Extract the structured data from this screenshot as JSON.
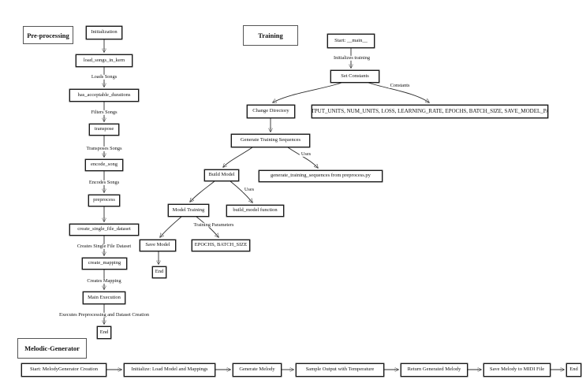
{
  "sections": {
    "preprocessing": "Pre-processing",
    "training": "Training",
    "melodic_generator": "Melodic-Generator"
  },
  "nodes": {
    "initialization": "Initialization",
    "load_songs_in_kern": "load_songs_in_kern",
    "has_acceptable_durations": "has_acceptable_durations",
    "transpose": "transpose",
    "encode_song": "encode_song",
    "preprocess": "preprocess",
    "create_single_file_dataset": "create_single_file_dataset",
    "create_mapping": "create_mapping",
    "main_execution": "Main Execution",
    "end_preprocessing": "End",
    "start_main": "Start: __main__",
    "set_constants": "Set Constants",
    "change_directory": "Change Directory",
    "constants_list": "OUTPUT_UNITS, NUM_UNITS, LOSS, LEARNING_RATE, EPOCHS, BATCH_SIZE, SAVE_MODEL_PATH",
    "generate_training_sequences": "Generate Training Sequences",
    "build_model": "Build Model",
    "gen_train_seq_from_preprocess": "generate_training_sequences from preprocess.py",
    "model_training": "Model Training",
    "build_model_function": "build_model function",
    "save_model": "Save Model",
    "epochs_batch_size": "EPOCHS, BATCH_SIZE",
    "end_training": "End",
    "start_melody_generator": "Start: MelodyGenerator Creation",
    "initialize_load_model": "Initialize: Load Model and Mappings",
    "generate_melody": "Generate Melody",
    "sample_output": "Sample Output with Temperature",
    "return_generated_melody": "Return Generated Melody",
    "save_melody_midi": "Save Melody to MIDI File",
    "end_melodic": "End"
  },
  "edge_labels": {
    "loads_songs": "Loads Songs",
    "filters_songs": "Filters Songs",
    "transposes_songs": "Transposes Songs",
    "encodes_songs": "Encodes Songs",
    "creates_single_file_dataset": "Creates Single File Dataset",
    "creates_mapping": "Creates Mapping",
    "executes_preprocessing": "Executes Preprocessing and Dataset Creation",
    "initializes_training": "Initializes training",
    "constants": "Constants",
    "uses_generate": "Uses",
    "uses_build": "Uses",
    "training_parameters": "Training Parameters"
  }
}
